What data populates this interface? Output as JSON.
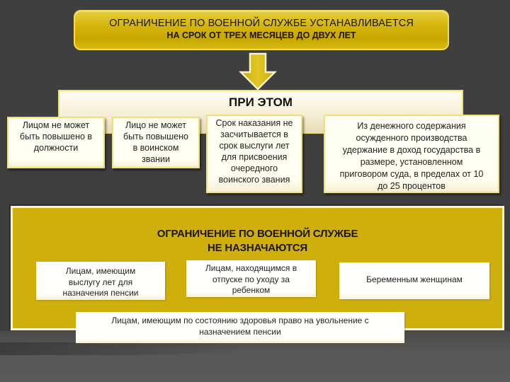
{
  "top_box": {
    "line1": "ОГРАНИЧЕНИЕ ПО ВОЕННОЙ СЛУЖБЕ УСТАНАВЛИВАЕТСЯ",
    "line2": "НА СРОК ОТ ТРЕХ МЕСЯЦЕВ ДО ДВУХ ЛЕТ"
  },
  "arrow": {
    "icon": "arrow-down-icon",
    "color": "#d4b40a"
  },
  "consequences": {
    "title": "ПРИ ЭТОМ",
    "items": [
      {
        "lines": [
          "Лицом не может",
          "быть повышено в",
          "должности"
        ]
      },
      {
        "lines": [
          "Лицо не может",
          "быть повышено",
          "в воинском",
          "звании"
        ]
      },
      {
        "lines": [
          "Срок наказания не",
          "засчитывается в",
          "срок выслуги лет",
          "для присвоения",
          "очередного",
          "воинского звания"
        ]
      },
      {
        "lines": [
          "Из денежного содержания",
          "осужденного производства",
          "удержание в доход государства в",
          "размере, установленном",
          "приговором суда, в пределах от 10",
          "до 25 процентов"
        ]
      }
    ]
  },
  "exclusions": {
    "title_line1": "ОГРАНИЧЕНИЕ ПО ВОЕННОЙ СЛУЖБЕ",
    "title_line2": "НЕ НАЗНАЧАЮТСЯ",
    "items": [
      {
        "lines": [
          "Лицам, имеющим",
          "выслугу лет для",
          "назначения пенсии"
        ]
      },
      {
        "lines": [
          "Лицам, находящимся в",
          "отпуске по уходу за",
          "ребенком"
        ]
      },
      {
        "lines": [
          "Беременным женщинам"
        ]
      },
      {
        "lines": [
          "Лицам, имеющим по состоянию здоровья право на увольнение с",
          "назначением пенсии"
        ]
      }
    ]
  },
  "colors": {
    "background": "#3f3f3f",
    "gold": "#cfaf0c",
    "card_border": "#efe07b",
    "card_fill": "#fffff4"
  }
}
